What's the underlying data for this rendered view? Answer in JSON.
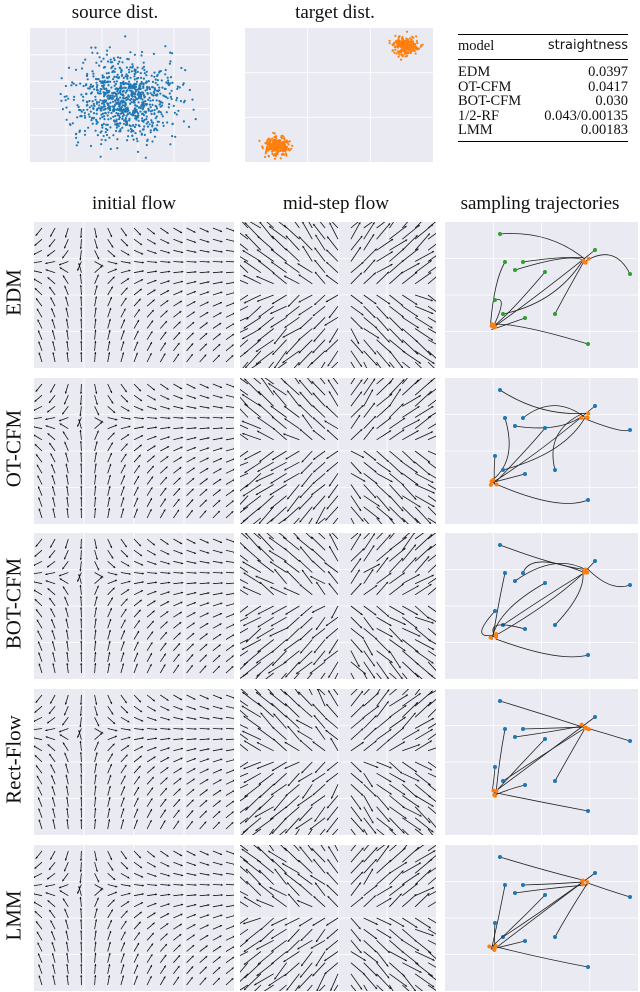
{
  "header": {
    "source_title": "source dist.",
    "target_title": "target dist."
  },
  "table": {
    "col_model": "model",
    "col_straightness": "straightness",
    "rows": [
      {
        "model": "EDM",
        "value": "0.0397"
      },
      {
        "model": "OT-CFM",
        "value": "0.0417"
      },
      {
        "model": "BOT-CFM",
        "value": "0.030"
      },
      {
        "model": "1/2-RF",
        "value": "0.043/0.00135"
      },
      {
        "model": "LMM",
        "value": "0.00183"
      }
    ]
  },
  "columns": {
    "initial": "initial flow",
    "mid": "mid-step flow",
    "traj": "sampling trajectories"
  },
  "rows": [
    {
      "label": "EDM"
    },
    {
      "label": "OT-CFM"
    },
    {
      "label": "BOT-CFM"
    },
    {
      "label": "Rect-Flow"
    },
    {
      "label": "LMM"
    }
  ],
  "colors": {
    "source_points": "#1f77b4",
    "target_points": "#ff7f0e",
    "start_points": "#2ca02c",
    "panel_bg": "#eaeaf2"
  }
}
